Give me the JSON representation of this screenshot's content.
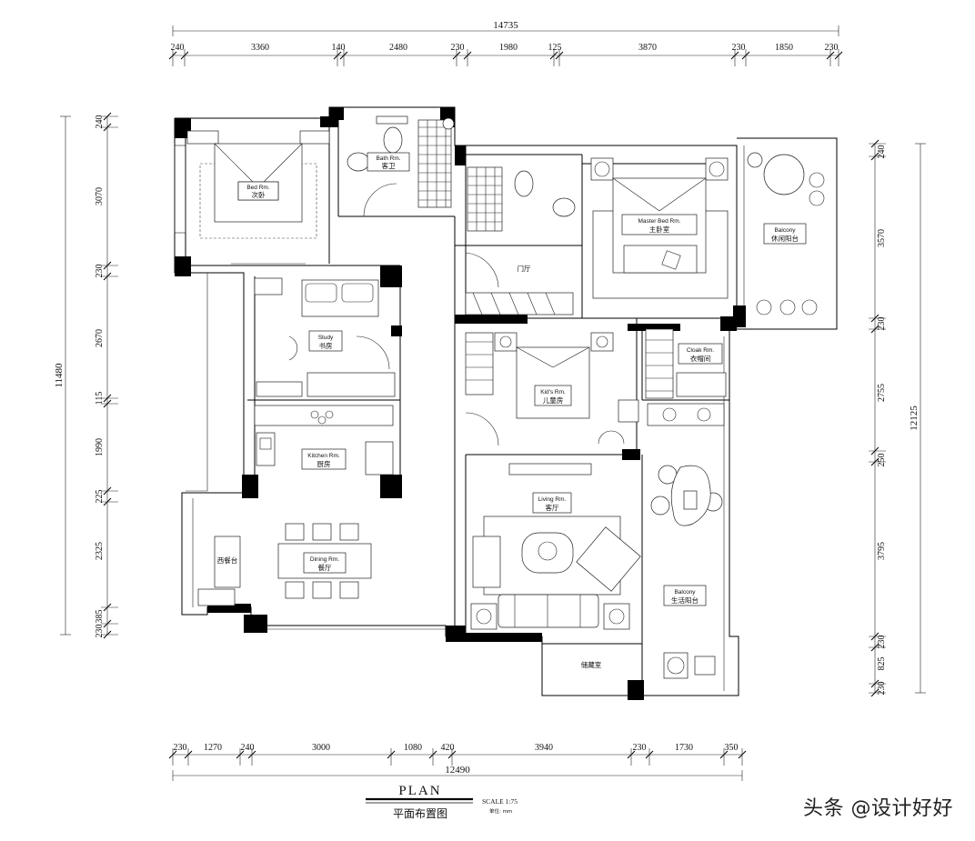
{
  "dimensions": {
    "top_total": "14735",
    "top": [
      "240",
      "3360",
      "140",
      "2480",
      "230",
      "1980",
      "125",
      "3870",
      "230",
      "1850",
      "230"
    ],
    "bottom_total": "12490",
    "bottom": [
      "230",
      "1270",
      "240",
      "3000",
      "1080",
      "420",
      "3940",
      "230",
      "1730",
      "350"
    ],
    "left_total": "11480",
    "left": [
      "240",
      "3070",
      "230",
      "2670",
      "115",
      "1990",
      "225",
      "2325",
      "385",
      "230"
    ],
    "right_total": "12125",
    "right": [
      "240",
      "3570",
      "230",
      "2755",
      "250",
      "3795",
      "230",
      "825",
      "230"
    ]
  },
  "rooms": {
    "bed2_en": "Bed Rm.",
    "bed2_cn": "次卧",
    "bath_en": "Bath Rm.",
    "bath_cn": "客卫",
    "master_en": "Master Bed Rm.",
    "master_cn": "主卧室",
    "balcony1_en": "Balcony",
    "balcony1_cn": "休闲阳台",
    "foyer_cn": "门厅",
    "study_en": "Study",
    "study_cn": "书房",
    "kids_en": "Kid's Rm.",
    "kids_cn": "儿童房",
    "cloak_en": "Cloak Rm.",
    "cloak_cn": "衣帽间",
    "kitchen_en": "Kitchen Rm.",
    "kitchen_cn": "厨房",
    "living_en": "Living Rm.",
    "living_cn": "客厅",
    "dining_en": "Dining Rm.",
    "dining_cn": "餐厅",
    "westkitchen_cn": "西餐台",
    "balcony2_en": "Balcony",
    "balcony2_cn": "生活阳台",
    "storage_cn": "储藏室"
  },
  "title": {
    "plan": "PLAN",
    "plan_cn": "平面布置图",
    "scale": "SCALE 1:75",
    "unit": "单位: mm"
  },
  "watermark": "头条 @设计好好"
}
